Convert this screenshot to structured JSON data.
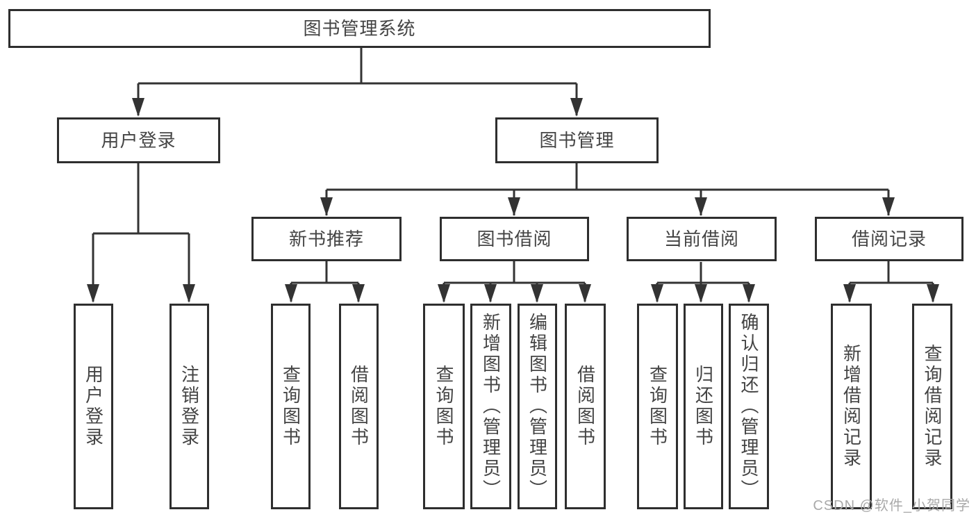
{
  "diagram": {
    "title": "图书管理系统",
    "nodes": {
      "root": "图书管理系统",
      "user_login": "用户登录",
      "book_mgmt": "图书管理",
      "new_book_rec": "新书推荐",
      "book_borrow": "图书借阅",
      "current_borrow": "当前借阅",
      "borrow_record": "借阅记录",
      "ul_user_login": "用户登录",
      "ul_logout": "注销登录",
      "nb_query_book": "查询图书",
      "nb_borrow_book": "借阅图书",
      "bb_query_book": "查询图书",
      "bb_add_book": "新增图书（管理员）",
      "bb_edit_book": "编辑图书（管理员）",
      "bb_borrow_book": "借阅图书",
      "cb_query_book": "查询图书",
      "cb_return_book": "归还图书",
      "cb_confirm_return": "确认归还（管理员）",
      "br_add_record": "新增借阅记录",
      "br_query_record": "查询借阅记录"
    },
    "tree": {
      "图书管理系统": {
        "用户登录": [
          "用户登录",
          "注销登录"
        ],
        "图书管理": {
          "新书推荐": [
            "查询图书",
            "借阅图书"
          ],
          "图书借阅": [
            "查询图书",
            "新增图书（管理员）",
            "编辑图书（管理员）",
            "借阅图书"
          ],
          "当前借阅": [
            "查询图书",
            "归还图书",
            "确认归还（管理员）"
          ],
          "借阅记录": [
            "新增借阅记录",
            "查询借阅记录"
          ]
        }
      }
    }
  },
  "watermark": {
    "text": "CSDN @软件_小贺同学",
    "color": "#a9a9a9"
  },
  "colors": {
    "border": "#2e2e2e",
    "line": "#333333",
    "text": "#444444",
    "background": "#ffffff"
  }
}
